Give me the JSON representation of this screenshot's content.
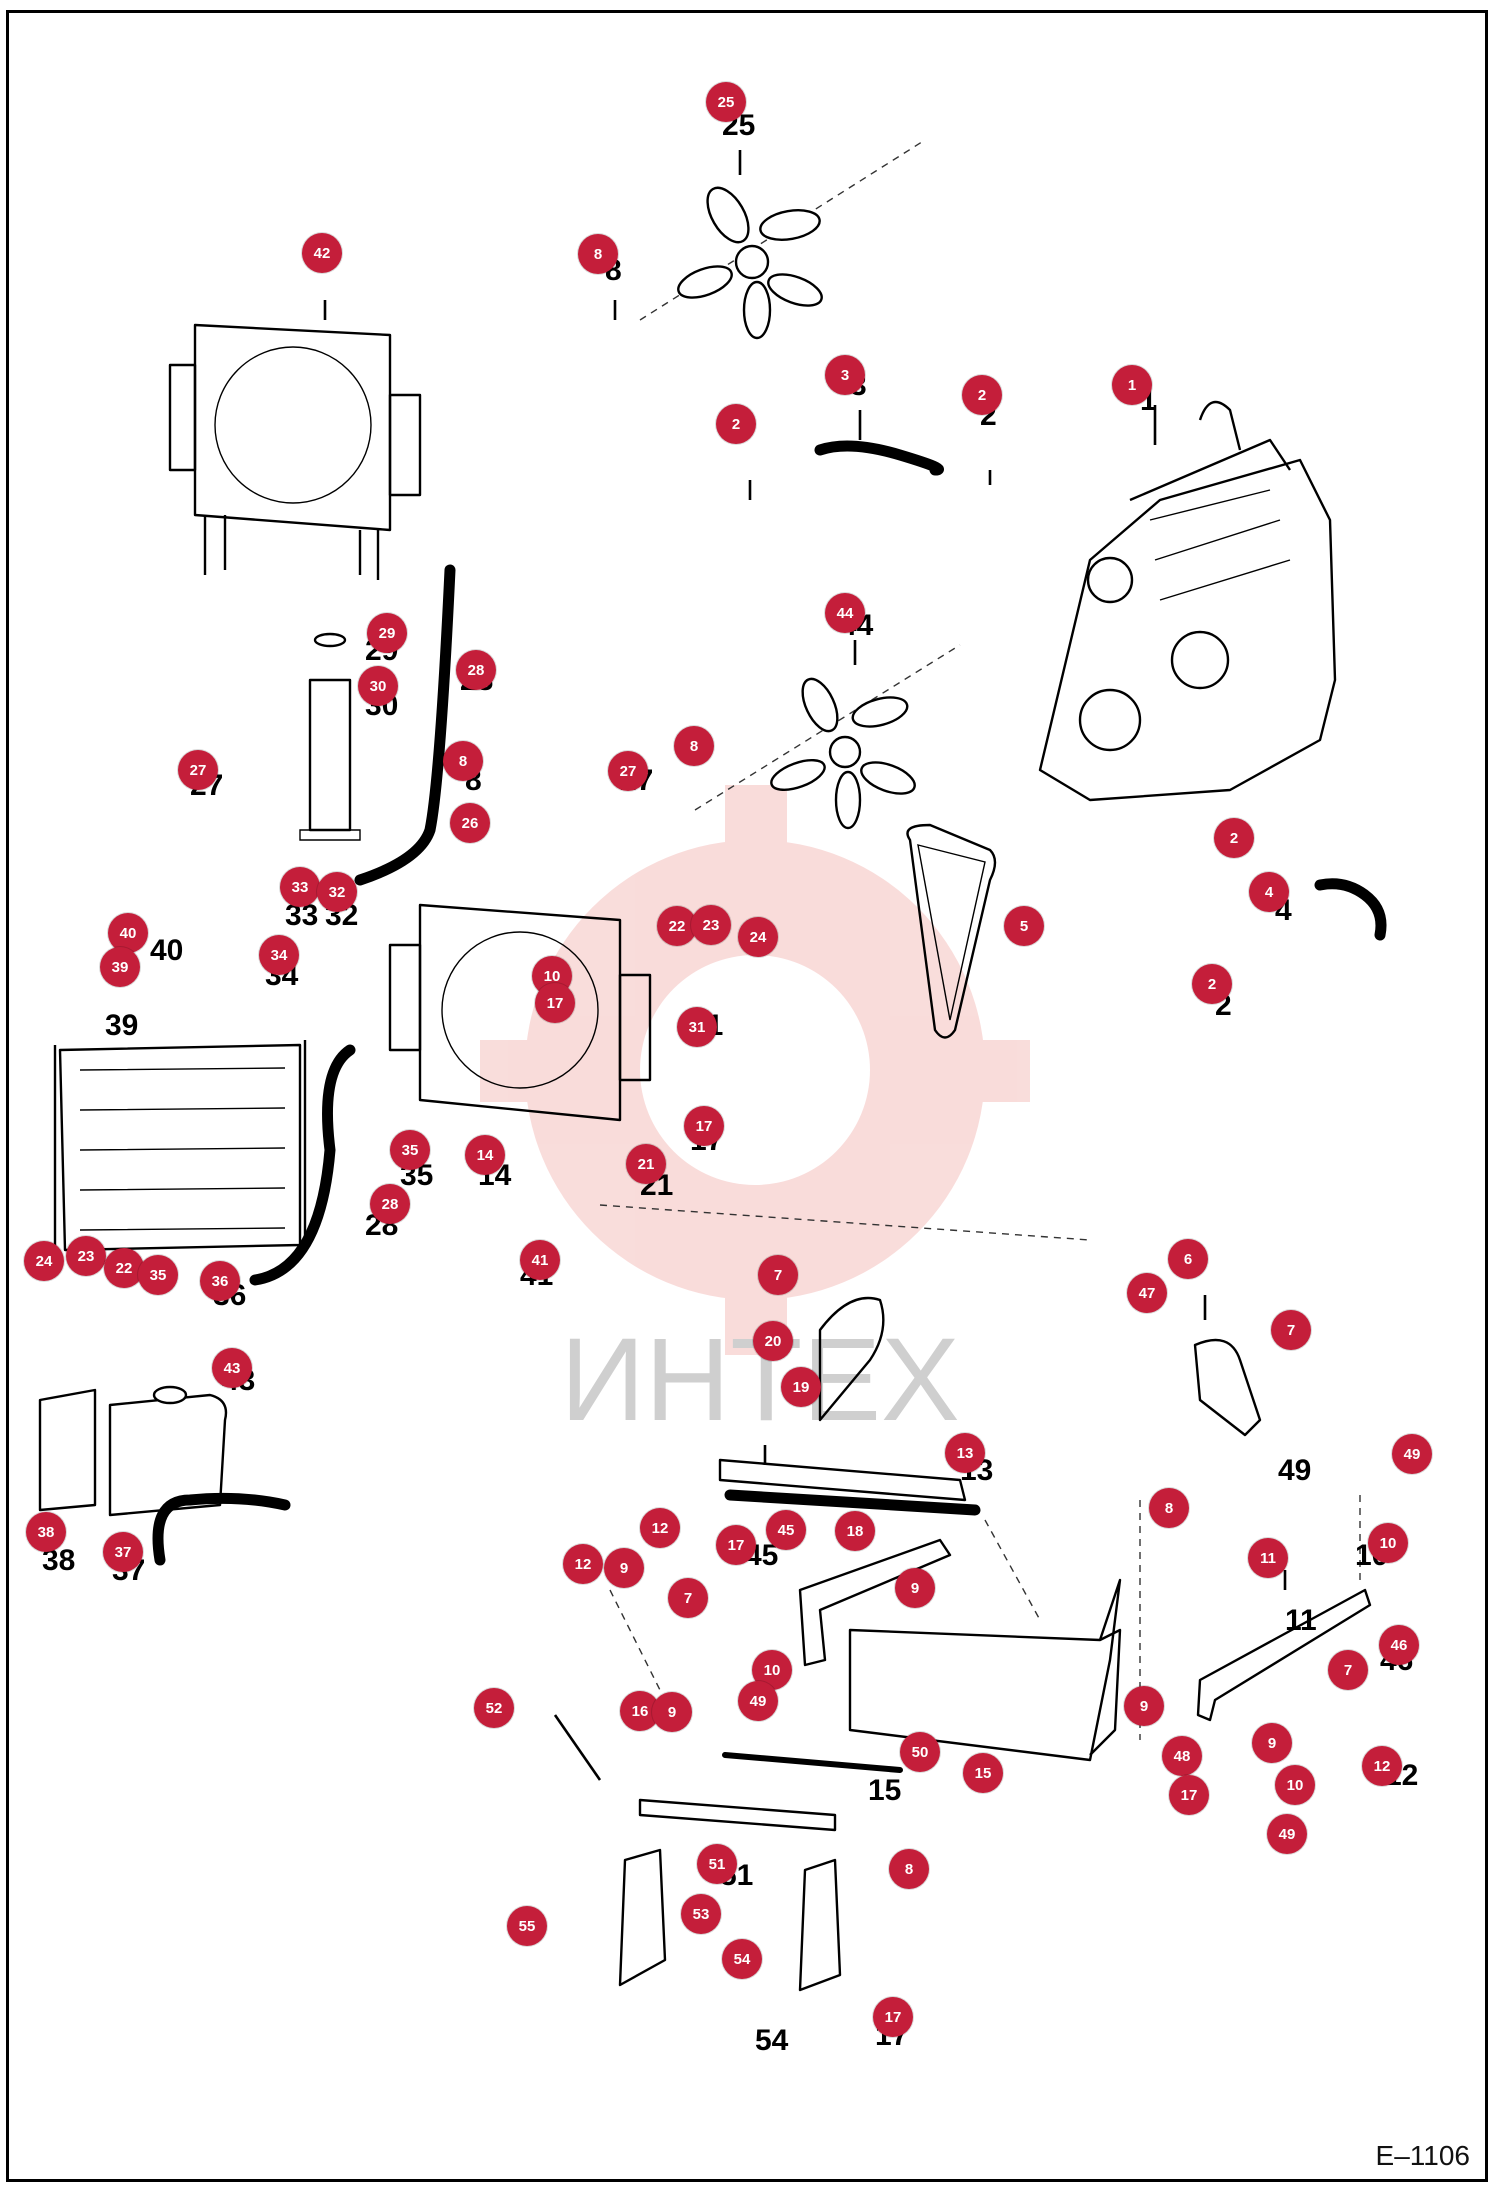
{
  "watermark": {
    "text": "ИНТЕХ",
    "color": "#e0413a"
  },
  "figure_code": "E–1106",
  "badge_color": "#c41e3a",
  "callouts": [
    {
      "n": "25"
    },
    {
      "n": "8"
    },
    {
      "n": "42"
    },
    {
      "n": "3"
    },
    {
      "n": "2"
    },
    {
      "n": "2"
    },
    {
      "n": "1"
    },
    {
      "n": "44"
    },
    {
      "n": "29"
    },
    {
      "n": "30"
    },
    {
      "n": "28"
    },
    {
      "n": "27"
    },
    {
      "n": "8"
    },
    {
      "n": "27"
    },
    {
      "n": "8"
    },
    {
      "n": "26"
    },
    {
      "n": "2"
    },
    {
      "n": "4"
    },
    {
      "n": "33"
    },
    {
      "n": "32"
    },
    {
      "n": "40"
    },
    {
      "n": "39"
    },
    {
      "n": "34"
    },
    {
      "n": "22"
    },
    {
      "n": "23"
    },
    {
      "n": "24"
    },
    {
      "n": "5"
    },
    {
      "n": "10"
    },
    {
      "n": "17"
    },
    {
      "n": "2"
    },
    {
      "n": "31"
    },
    {
      "n": "35"
    },
    {
      "n": "14"
    },
    {
      "n": "17"
    },
    {
      "n": "21"
    },
    {
      "n": "28"
    },
    {
      "n": "41"
    },
    {
      "n": "24"
    },
    {
      "n": "23"
    },
    {
      "n": "22"
    },
    {
      "n": "35"
    },
    {
      "n": "36"
    },
    {
      "n": "7"
    },
    {
      "n": "6"
    },
    {
      "n": "47"
    },
    {
      "n": "7"
    },
    {
      "n": "20"
    },
    {
      "n": "43"
    },
    {
      "n": "19"
    },
    {
      "n": "13"
    },
    {
      "n": "49"
    },
    {
      "n": "38"
    },
    {
      "n": "37"
    },
    {
      "n": "12"
    },
    {
      "n": "12"
    },
    {
      "n": "9"
    },
    {
      "n": "17"
    },
    {
      "n": "45"
    },
    {
      "n": "18"
    },
    {
      "n": "8"
    },
    {
      "n": "11"
    },
    {
      "n": "10"
    },
    {
      "n": "7"
    },
    {
      "n": "9"
    },
    {
      "n": "46"
    },
    {
      "n": "7"
    },
    {
      "n": "10"
    },
    {
      "n": "49"
    },
    {
      "n": "52"
    },
    {
      "n": "16"
    },
    {
      "n": "9"
    },
    {
      "n": "9"
    },
    {
      "n": "50"
    },
    {
      "n": "15"
    },
    {
      "n": "48"
    },
    {
      "n": "9"
    },
    {
      "n": "17"
    },
    {
      "n": "10"
    },
    {
      "n": "12"
    },
    {
      "n": "51"
    },
    {
      "n": "8"
    },
    {
      "n": "49"
    },
    {
      "n": "55"
    },
    {
      "n": "53"
    },
    {
      "n": "54"
    },
    {
      "n": "17"
    }
  ]
}
